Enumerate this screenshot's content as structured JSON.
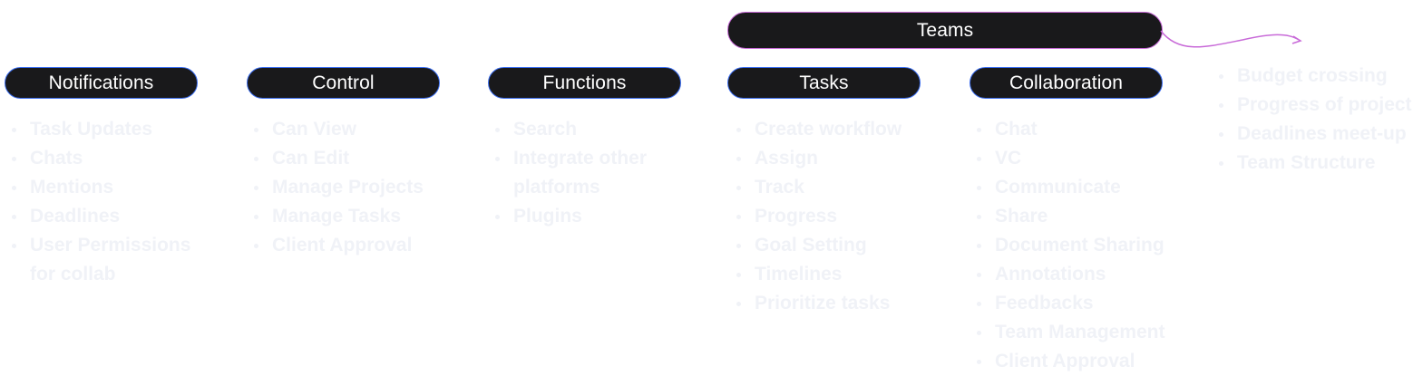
{
  "colors": {
    "pill_bg": "#19191b",
    "pill_border": "#3a6df0",
    "teams_border": "#c86ad8",
    "connector": "#c86ad8",
    "item_text": "#f0f2f7"
  },
  "teams": {
    "label": "Teams"
  },
  "columns": [
    {
      "label": "Notifications",
      "items": [
        "Task Updates",
        "Chats",
        "Mentions",
        "Deadlines",
        "User Permissions\nfor collab"
      ]
    },
    {
      "label": "Control",
      "items": [
        "Can View",
        "Can Edit",
        "Manage Projects",
        "Manage Tasks",
        "Client Approval"
      ]
    },
    {
      "label": "Functions",
      "items": [
        "Search",
        "Integrate other\nplatforms",
        "Plugins"
      ]
    },
    {
      "label": "Tasks",
      "items": [
        "Create workflow",
        "Assign",
        "Track",
        "Progress",
        "Goal Setting",
        "Timelines",
        "Prioritize tasks"
      ]
    },
    {
      "label": "Collaboration",
      "items": [
        "Chat",
        "VC",
        "Communicate",
        "Share",
        "Document Sharing",
        "Annotations",
        "Feedbacks",
        "Team Management",
        "Client Approval"
      ]
    }
  ],
  "teams_items": [
    "Budget crossing",
    "Progress of project",
    "Deadlines meet-up",
    "Team Structure"
  ]
}
